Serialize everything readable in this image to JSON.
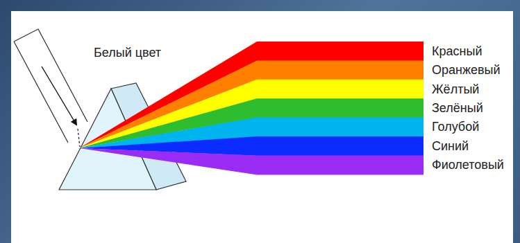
{
  "diagram": {
    "labels": [
      "Белый цвет",
      "Красный",
      "Оранжевый",
      "Жёлтый",
      "Зелёный",
      "Голубой",
      "Синий",
      "Фиолетовый"
    ]
  }
}
